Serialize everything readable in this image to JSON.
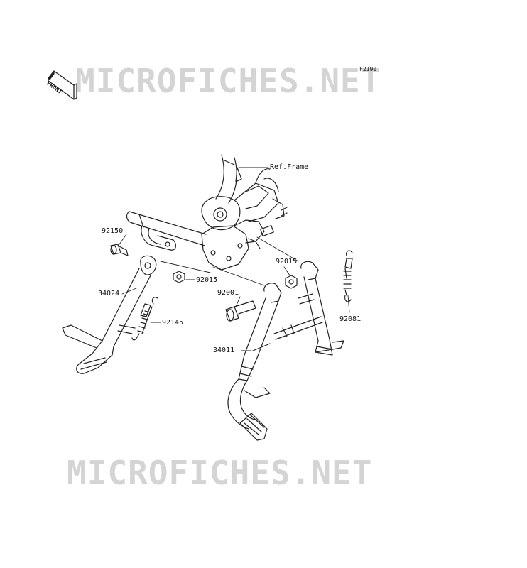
{
  "watermark": {
    "top": "MICROFICHES.NET",
    "bottom": "MICROFICHES.NET"
  },
  "figure_code": "F2190",
  "front_badge": "FRONT",
  "ref_frame": "Ref.Frame",
  "parts": {
    "p92150": "92150",
    "p34024": "34024",
    "p92015_left": "92015",
    "p92145": "92145",
    "p92015_right": "92015",
    "p92001": "92001",
    "p34011": "34011",
    "p92081": "92081"
  },
  "colors": {
    "line": "#222222",
    "watermark": "#d4d4d4"
  }
}
